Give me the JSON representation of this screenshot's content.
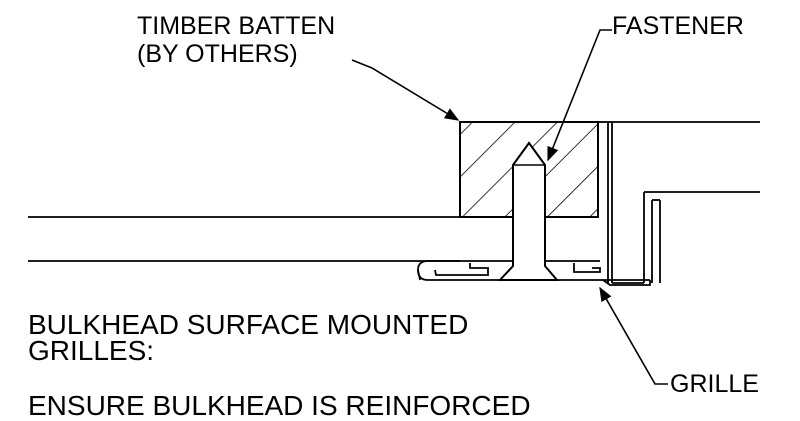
{
  "labels": {
    "batten_line1": "TIMBER BATTEN",
    "batten_line2": "(BY OTHERS)",
    "fastener": "FASTENER",
    "grille": "GRILLE",
    "note_line1": "BULKHEAD SURFACE MOUNTED",
    "note_line2": "GRILLES:",
    "note_line3": "ENSURE BULKHEAD IS REINFORCED"
  },
  "colors": {
    "ink": "#000000",
    "paper": "#ffffff"
  }
}
